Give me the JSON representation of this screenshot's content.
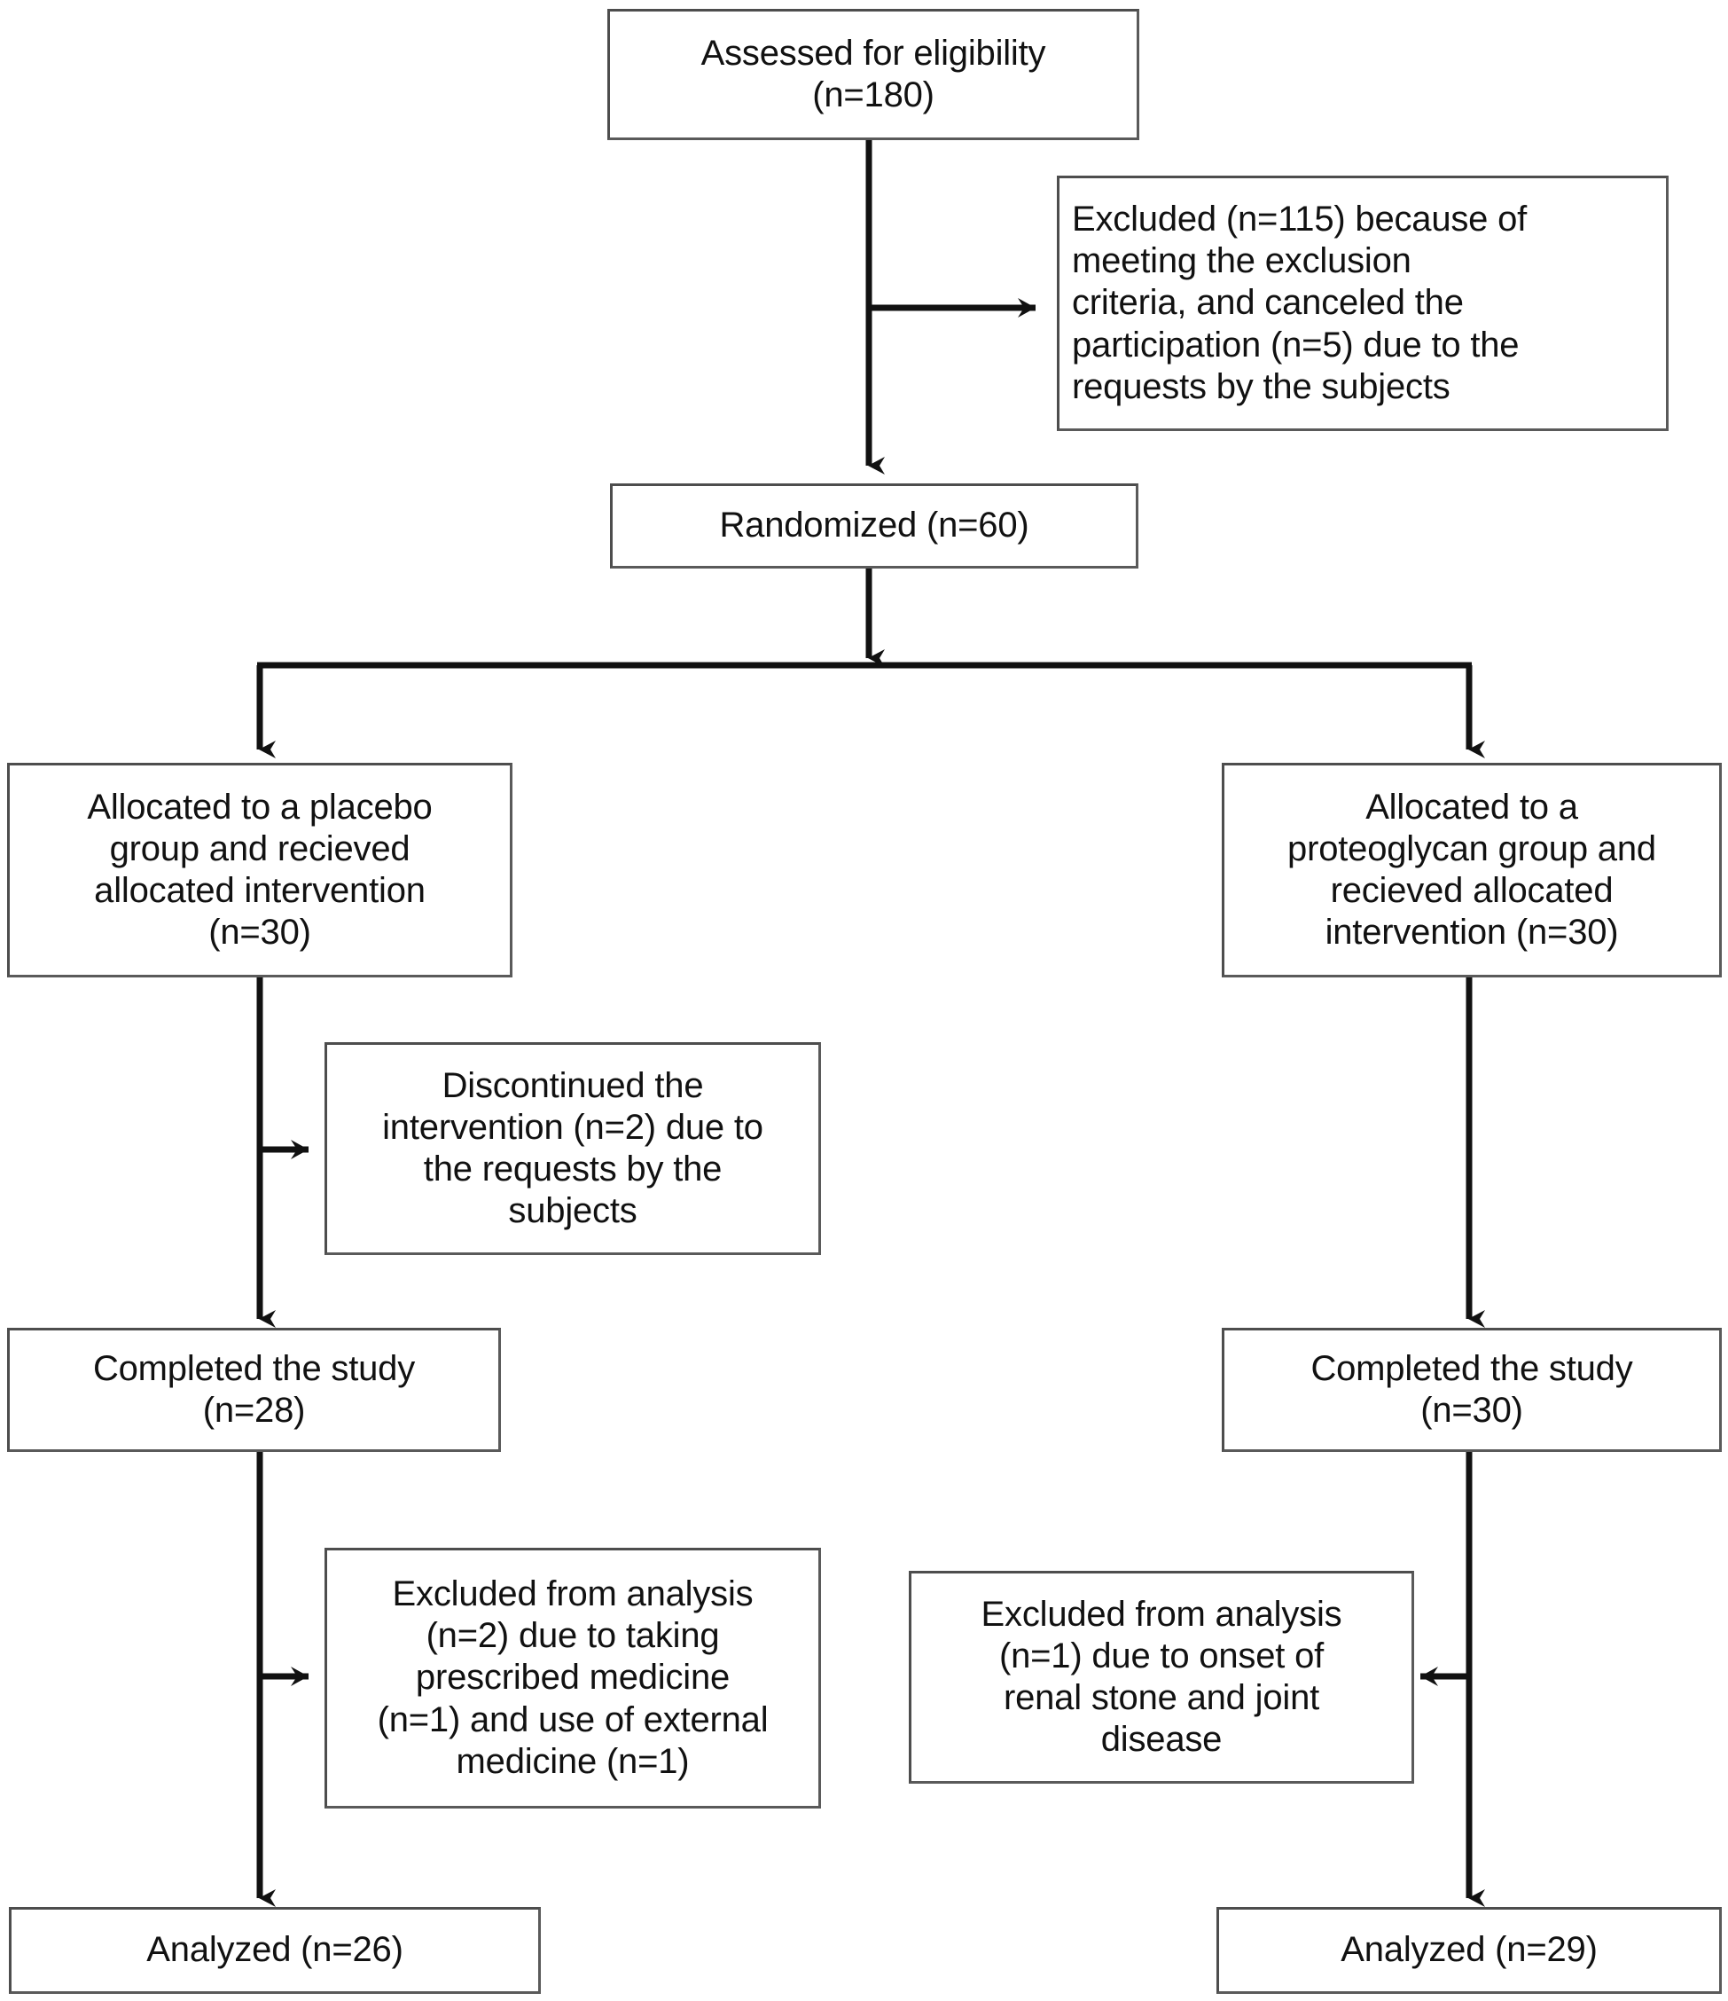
{
  "diagram": {
    "type": "flowchart",
    "name": "CONSORT participant flow diagram",
    "colors": {
      "box_border": "#5a5a5a",
      "connector": "#111111",
      "background": "#ffffff",
      "text": "#111111"
    }
  },
  "nodes": {
    "assessed": {
      "id": "assessed-for-eligibility",
      "text": "Assessed for eligibility\n(n=180)",
      "label": "Assessed for eligibility",
      "n": 180,
      "align": "center"
    },
    "excluded_enrollment": {
      "id": "excluded-enrollment",
      "text": "Excluded (n=115) because of\nmeeting the exclusion\ncriteria, and canceled the\nparticipation (n=5) due to the\nrequests by the subjects",
      "label": "Excluded because of meeting the exclusion criteria, and canceled the participation due to the requests by the subjects",
      "n_excluded": 115,
      "n_canceled": 5,
      "align": "left"
    },
    "randomized": {
      "id": "randomized",
      "text": "Randomized (n=60)",
      "label": "Randomized",
      "n": 60,
      "align": "center"
    },
    "alloc_placebo": {
      "id": "allocated-placebo",
      "text": "Allocated to a placebo\ngroup and recieved\nallocated intervention\n(n=30)",
      "label": "Allocated to a placebo group and recieved allocated intervention",
      "n": 30,
      "align": "center"
    },
    "alloc_proteoglycan": {
      "id": "allocated-proteoglycan",
      "text": "Allocated to a\nproteoglycan group and\nrecieved allocated\nintervention (n=30)",
      "label": "Allocated to a proteoglycan group and recieved allocated intervention",
      "n": 30,
      "align": "center"
    },
    "discontinued_placebo": {
      "id": "discontinued-placebo",
      "text": "Discontinued the\nintervention (n=2) due to\nthe requests by the\nsubjects",
      "label": "Discontinued the intervention due to the requests by the subjects",
      "n": 2,
      "align": "center"
    },
    "completed_placebo": {
      "id": "completed-placebo",
      "text": "Completed the study\n(n=28)",
      "label": "Completed the study",
      "n": 28,
      "align": "center"
    },
    "completed_proteoglycan": {
      "id": "completed-proteoglycan",
      "text": "Completed the study\n(n=30)",
      "label": "Completed the study",
      "n": 30,
      "align": "center"
    },
    "excluded_analysis_placebo": {
      "id": "excluded-analysis-placebo",
      "text": "Excluded from analysis\n(n=2) due to taking\nprescribed medicine\n(n=1) and use of external\nmedicine (n=1)",
      "label": "Excluded from analysis due to taking prescribed medicine and use of external medicine",
      "n": 2,
      "align": "center"
    },
    "excluded_analysis_proteoglycan": {
      "id": "excluded-analysis-proteoglycan",
      "text": "Excluded from analysis\n(n=1) due to onset of\nrenal stone and joint\ndisease",
      "label": "Excluded from analysis due to onset of renal stone and joint disease",
      "n": 1,
      "align": "center"
    },
    "analyzed_placebo": {
      "id": "analyzed-placebo",
      "text": "Analyzed (n=26)",
      "label": "Analyzed",
      "n": 26,
      "align": "center"
    },
    "analyzed_proteoglycan": {
      "id": "analyzed-proteoglycan",
      "text": "Analyzed (n=29)",
      "label": "Analyzed",
      "n": 29,
      "align": "center"
    }
  },
  "edges": [
    {
      "from": "assessed",
      "to": "randomized",
      "direction": "down"
    },
    {
      "from": "assessed",
      "to": "excluded_enrollment",
      "direction": "right"
    },
    {
      "from": "randomized",
      "to": "alloc_placebo",
      "direction": "down-left"
    },
    {
      "from": "randomized",
      "to": "alloc_proteoglycan",
      "direction": "down-right"
    },
    {
      "from": "alloc_placebo",
      "to": "discontinued_placebo",
      "direction": "right"
    },
    {
      "from": "alloc_placebo",
      "to": "completed_placebo",
      "direction": "down"
    },
    {
      "from": "alloc_proteoglycan",
      "to": "completed_proteoglycan",
      "direction": "down"
    },
    {
      "from": "completed_placebo",
      "to": "excluded_analysis_placebo",
      "direction": "right"
    },
    {
      "from": "completed_placebo",
      "to": "analyzed_placebo",
      "direction": "down"
    },
    {
      "from": "completed_proteoglycan",
      "to": "excluded_analysis_proteoglycan",
      "direction": "left"
    },
    {
      "from": "completed_proteoglycan",
      "to": "analyzed_proteoglycan",
      "direction": "down"
    }
  ]
}
